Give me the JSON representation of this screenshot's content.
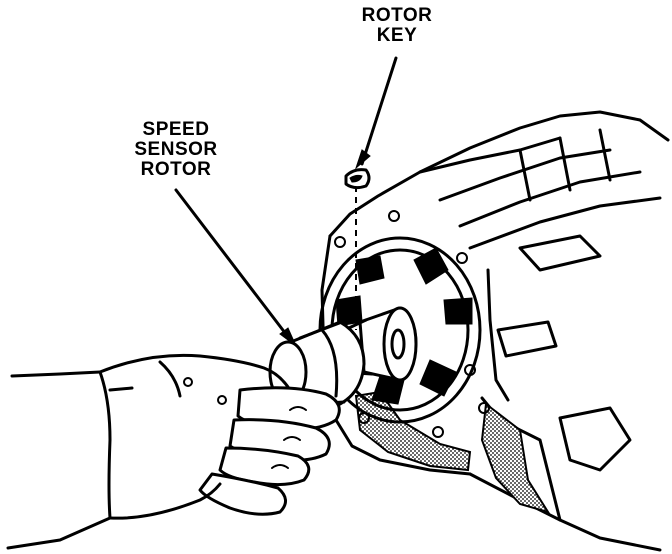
{
  "callouts": {
    "rotor_key": [
      "ROTOR",
      "KEY"
    ],
    "speed_sensor_rotor": [
      "SPEED",
      "SENSOR",
      "ROTOR"
    ]
  },
  "colors": {
    "ink": "#000000",
    "paper": "#ffffff"
  }
}
